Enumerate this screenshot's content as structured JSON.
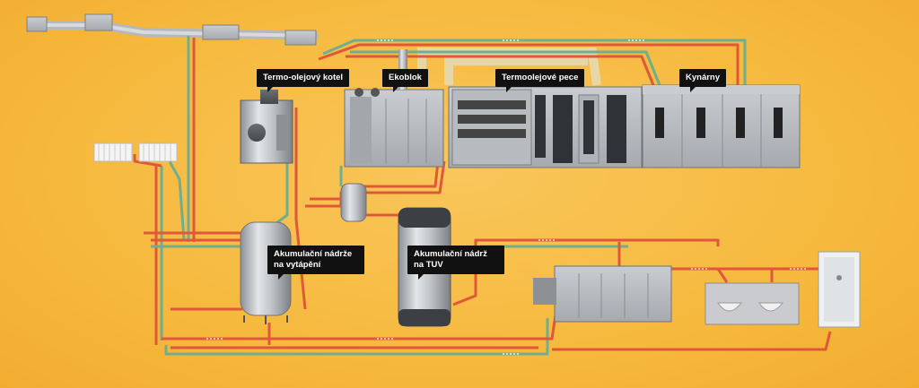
{
  "labels": {
    "boiler": "Termo-olejový kotel",
    "ekoblok": "Ekoblok",
    "ovens": "Termoolejové pece",
    "proofers": "Kynárny",
    "heating_tank": "Akumulační nádrže na vytápění",
    "tuv_tank": "Akumulační nádrž na TUV"
  },
  "colors": {
    "background": "#f6b93e",
    "hot_pipe": "#e0583a",
    "cold_pipe": "#6fae8e",
    "label_bg": "#111111",
    "label_text": "#ffffff",
    "equipment": "#b9bcc0"
  }
}
